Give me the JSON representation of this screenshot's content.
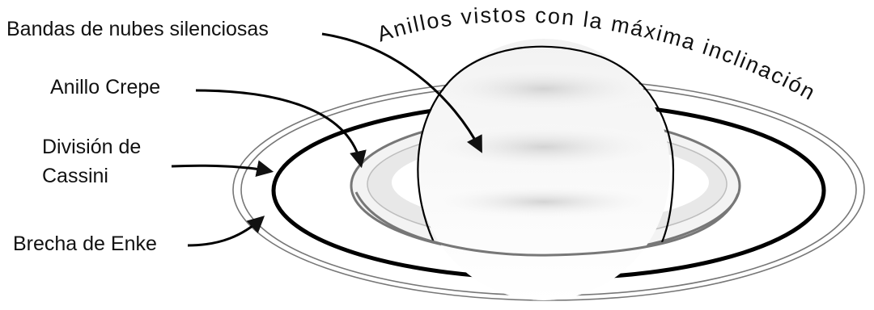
{
  "diagram": {
    "arc_title": "Anillos vistos con la máxima inclinación",
    "labels": {
      "cloud_bands": "Bandas de nubes silenciosas",
      "crepe_ring": "Anillo Crepe",
      "cassini_line1": "División de",
      "cassini_line2": "Cassini",
      "encke_gap": "Brecha de Enke"
    }
  }
}
